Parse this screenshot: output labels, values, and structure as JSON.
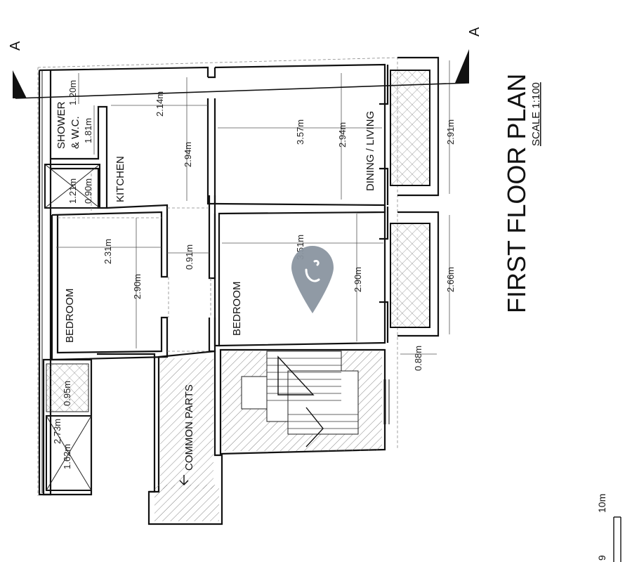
{
  "title": "FIRST FLOOR PLAN",
  "scale": "SCALE 1:100",
  "section_marker": "A",
  "rooms": {
    "shower": "SHOWER",
    "wc": "& W.C.",
    "kitchen": "KITCHEN",
    "dining": "DINING / LIVING",
    "bedroom_left": "BEDROOM",
    "bedroom_right": "BEDROOM",
    "common": "COMMON PARTS"
  },
  "dimensions": {
    "shower_w": "1.20m",
    "shower_h": "1.81m",
    "wc_a": "1.21m",
    "wc_b": "0.90m",
    "kitchen_w": "2.14m",
    "kitchen_h": "2.94m",
    "living_w": "3.57m",
    "living_h": "2.94m",
    "balcony_top": "2.91m",
    "bed_left_w": "2.31m",
    "bed_left_h": "2.90m",
    "corridor": "0.91m",
    "bed_right_w": "3.51m",
    "bed_right_h": "2.90m",
    "balcony_bottom": "2.66m",
    "balcony_depth": "0.88m",
    "shaft_a": "0.95m",
    "shaft_b": "2.73m",
    "shaft_c": "1.62m"
  },
  "scale_bar": {
    "label_10": "10m",
    "label_9": "9"
  },
  "colors": {
    "walls": "#111111",
    "pin": "#8a95a0"
  }
}
